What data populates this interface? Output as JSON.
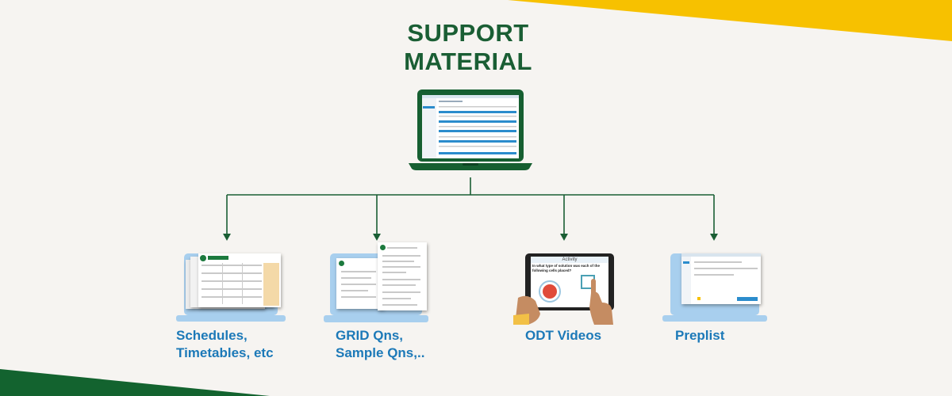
{
  "title": {
    "line1": "SUPPORT",
    "line2": "MATERIAL"
  },
  "nodes": [
    {
      "lines": [
        "Schedules,",
        "Timetables, etc"
      ]
    },
    {
      "lines": [
        "GRID Qns,",
        "Sample Qns,.."
      ]
    },
    {
      "lines": [
        "ODT Videos"
      ]
    },
    {
      "lines": [
        "Preplist"
      ]
    }
  ],
  "tablet": {
    "title": "Activity",
    "question_line1": "In what type of solution was each of the",
    "question_line2": "following cells placed?"
  },
  "colors": {
    "title": "#1a5e34",
    "label": "#1c79b8",
    "accent_yellow": "#f7c100",
    "accent_green": "#13632f",
    "laptop_green": "#165f31",
    "laptop_blue": "#a8cfee",
    "connector": "#1a5e34"
  },
  "icons": {
    "main": "laptop-icon",
    "node1": "laptop-spreadsheet-icon",
    "node2": "laptop-document-icon",
    "node3": "tablet-hands-icon",
    "node4": "laptop-list-icon"
  }
}
